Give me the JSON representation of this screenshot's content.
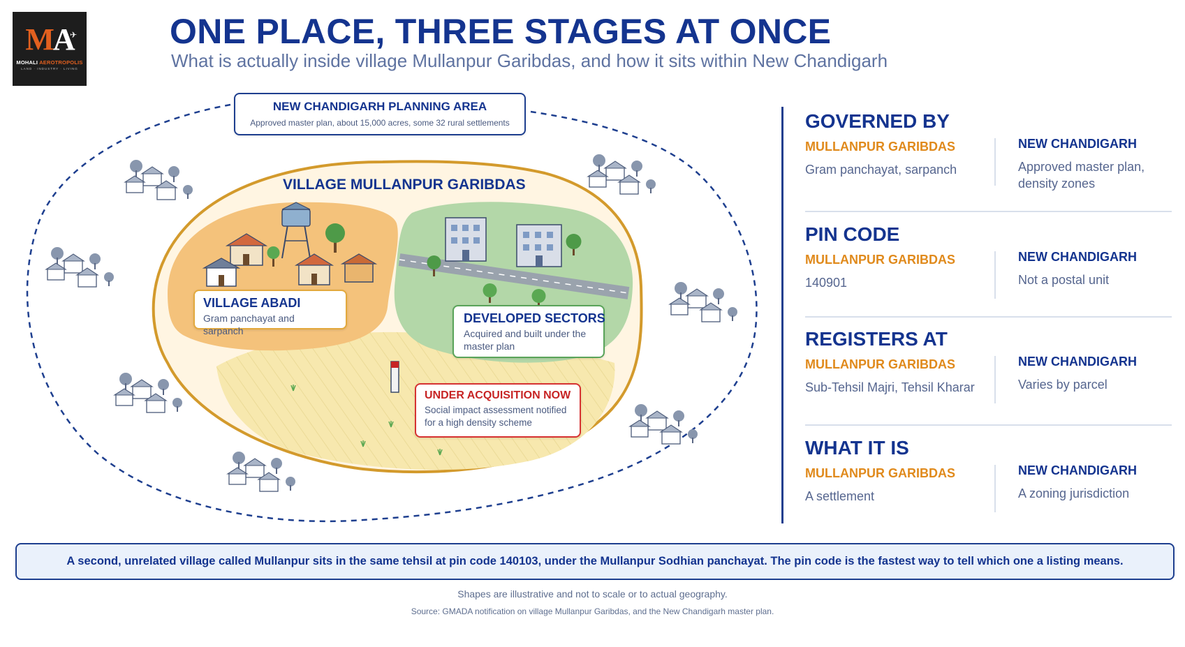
{
  "logo": {
    "mark_m": "M",
    "mark_a": "A",
    "name_part1": "MOHALI",
    "name_part2": "AEROTROPOLIS",
    "tagline": "LAND · INDUSTRY · LIVING",
    "plane_icon": "airplane-icon"
  },
  "header": {
    "title": "ONE PLACE, THREE STAGES AT ONCE",
    "subtitle": "What is actually inside village Mullanpur Garibdas, and how it sits within New Chandigarh"
  },
  "diagram": {
    "planning_area": {
      "heading": "NEW CHANDIGARH PLANNING AREA",
      "detail": "Approved master plan, about 15,000 acres, some 32 rural settlements"
    },
    "village_title": "VILLAGE MULLANPUR GARIBDAS",
    "abadi": {
      "heading": "VILLAGE ABADI",
      "detail": "Gram panchayat and sarpanch"
    },
    "developed": {
      "heading": "DEVELOPED SECTORS",
      "detail": "Acquired and built under the master plan"
    },
    "acquisition": {
      "heading": "UNDER ACQUISITION NOW",
      "detail": "Social impact assessment notified for a high density scheme"
    }
  },
  "comparison": {
    "left_label": "MULLANPUR GARIBDAS",
    "right_label": "NEW CHANDIGARH",
    "sections": [
      {
        "heading": "GOVERNED BY",
        "left": "Gram panchayat, sarpanch",
        "right": "Approved master plan, density zones"
      },
      {
        "heading": "PIN CODE",
        "left": "140901",
        "right": "Not a postal unit"
      },
      {
        "heading": "REGISTERS AT",
        "left": "Sub-Tehsil Majri, Tehsil Kharar",
        "right": "Varies by parcel"
      },
      {
        "heading": "WHAT IT IS",
        "left": "A settlement",
        "right": "A zoning jurisdiction"
      }
    ]
  },
  "note": "A second, unrelated village called Mullanpur sits in the same tehsil at pin code 140103, under the Mullanpur Sodhian panchayat. The pin code is the fastest way to tell which one a listing means.",
  "footer": {
    "disclaimer": "Shapes are illustrative and not to scale or to actual geography.",
    "source": "Source: GMADA notification on village Mullanpur Garibdas, and the New Chandigarh master plan."
  },
  "colors": {
    "navy": "#14348f",
    "orange": "#e08a1c",
    "abadi_fill": "#f5c783",
    "sectors_fill": "#a8d2a0",
    "fields_fill": "#f6e6a8",
    "acquisition_red": "#c72424"
  }
}
